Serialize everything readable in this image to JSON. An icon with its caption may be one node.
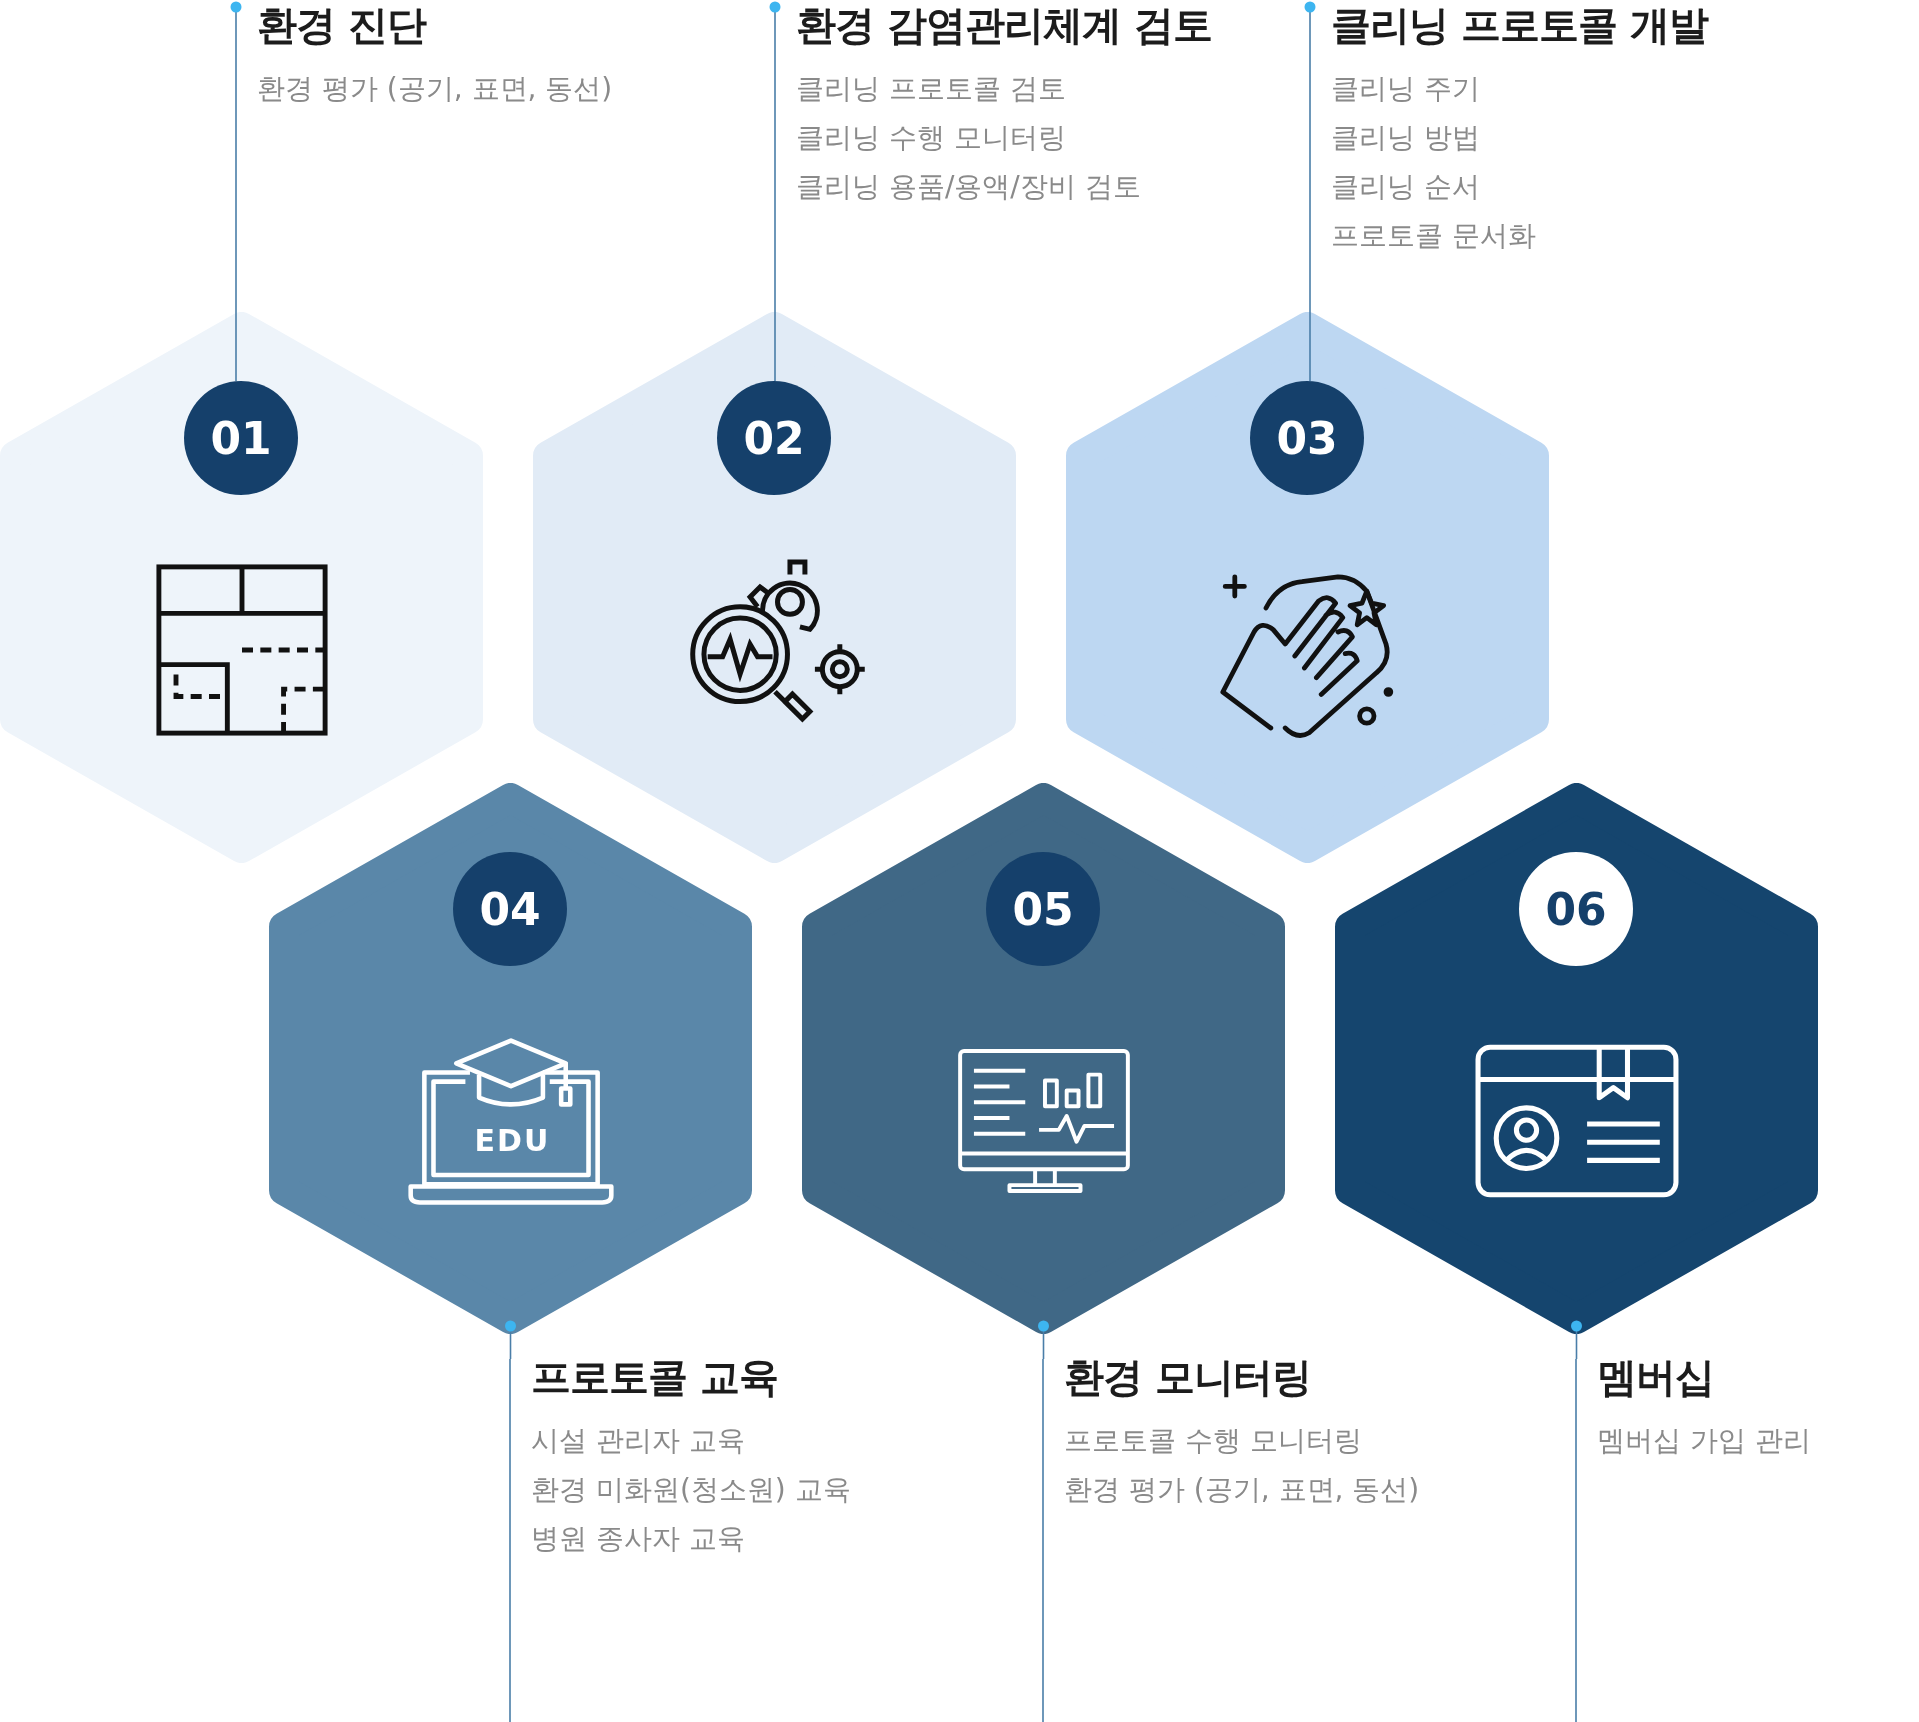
{
  "diagram": {
    "nodes": [
      {
        "text": [
          "환경 진단",
          "환경 평가 (공기, 표면, 동선)"
        ]
      },
      {
        "text": [
          "환경 감염관리체계 검토",
          "클리닝 프로토콜 검토",
          "클리닝 수행 모니터링",
          "클리닝 용품/용액/장비 검토"
        ]
      },
      {
        "text": [
          "클리닝 프로토콜 개발",
          "클리닝 주기",
          "클리닝 방법",
          "클리닝 순서",
          "프로토콜 문서화"
        ]
      },
      {
        "text": [],
        "shape": "hexagon"
      },
      {
        "text": [
          "01"
        ],
        "in": 3
      },
      {
        "text": [],
        "shape": "hexagon"
      },
      {
        "text": [
          "02"
        ],
        "in": 5
      },
      {
        "text": [],
        "shape": "hexagon"
      },
      {
        "text": [
          "03"
        ],
        "in": 7
      },
      {
        "text": [],
        "shape": "hexagon"
      },
      {
        "text": [
          "04"
        ],
        "in": 9
      },
      {
        "text": [],
        "shape": "hexagon"
      },
      {
        "text": [
          "05"
        ],
        "in": 11
      },
      {
        "text": [],
        "shape": "hexagon"
      },
      {
        "text": [
          "06"
        ],
        "in": 13
      },
      {
        "text": [
          "프로토콜 교육",
          "시설 관리자 교육",
          "환경 미화원(청소원) 교육",
          "병원 종사자 교육"
        ]
      },
      {
        "text": [
          "환경 모니터링",
          "프로토콜 수행 모니터링",
          "환경 평가 (공기, 표면, 동선)"
        ]
      },
      {
        "text": [
          "멤버십",
          "멤버십 가입 관리"
        ]
      }
    ],
    "edges": [
      {
        "from": 0,
        "to": 4,
        "arrow": "other"
      },
      {
        "from": 1,
        "to": 6,
        "arrow": "other"
      },
      {
        "from": 2,
        "to": 8,
        "arrow": "other"
      },
      {
        "from": 9,
        "to": 15,
        "arrow": "other"
      },
      {
        "from": 11,
        "to": 16,
        "arrow": "other"
      },
      {
        "from": 13,
        "to": 17,
        "arrow": "other"
      }
    ],
    "labels": [
      "EDU"
    ]
  }
}
